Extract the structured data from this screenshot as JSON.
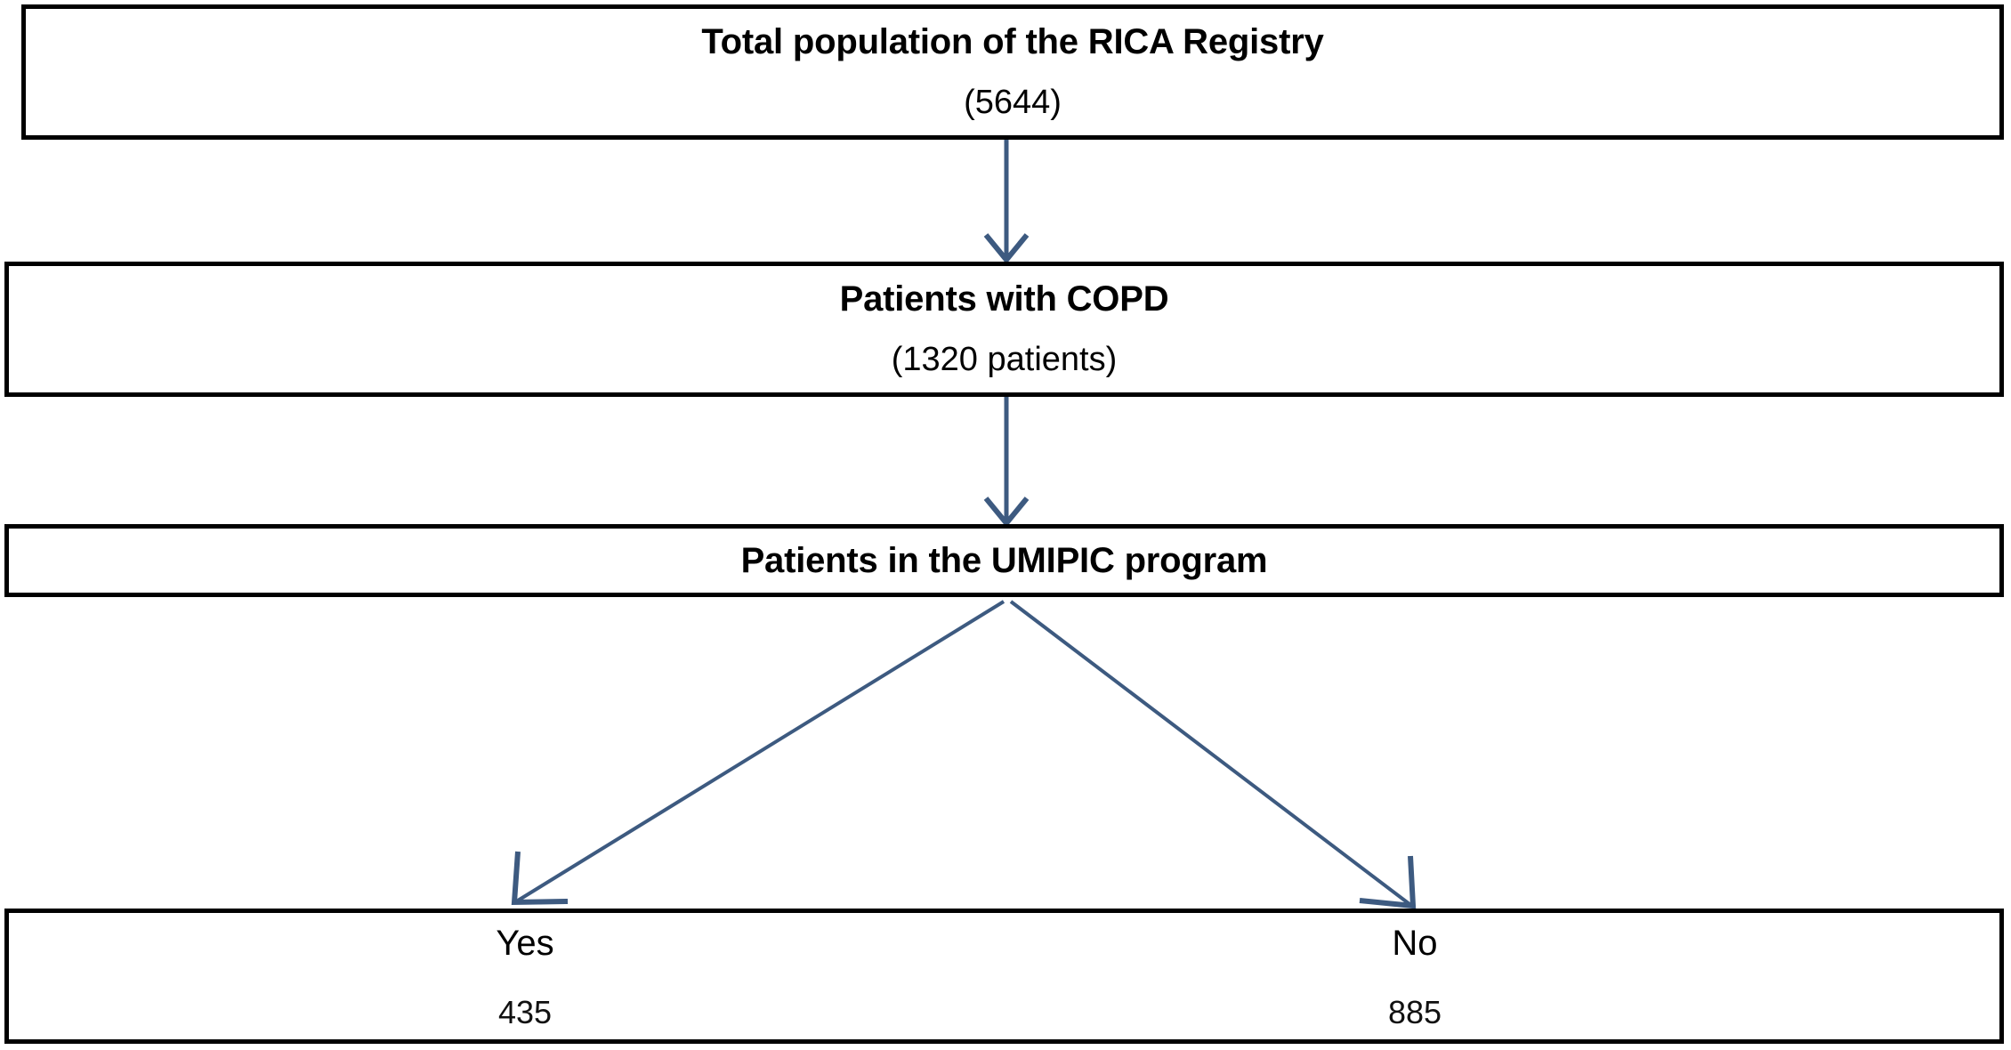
{
  "diagram": {
    "type": "flowchart",
    "orientation": "top-down",
    "background_color": "#ffffff",
    "box_border_color": "#000000",
    "connector_color": "#3d5a80",
    "nodes": [
      {
        "id": "population",
        "title": "Total population of the RICA Registry",
        "subtitle": "(5644)",
        "count": 5644
      },
      {
        "id": "copd",
        "title": "Patients with COPD",
        "subtitle": "(1320 patients)",
        "count": 1320
      },
      {
        "id": "umipic",
        "title": "Patients in the UMIPIC program",
        "subtitle": "",
        "count": null
      }
    ],
    "outcome": {
      "yes": {
        "label": "Yes",
        "value": "435",
        "count": 435
      },
      "no": {
        "label": "No",
        "value": "885",
        "count": 885
      }
    },
    "edges": [
      {
        "from": "population",
        "to": "copd",
        "style": "straight-down-arrow"
      },
      {
        "from": "copd",
        "to": "umipic",
        "style": "straight-down-arrow"
      },
      {
        "from": "umipic",
        "to": "outcome-yes",
        "style": "diagonal-down-left-arrow"
      },
      {
        "from": "umipic",
        "to": "outcome-no",
        "style": "diagonal-down-right-arrow"
      }
    ]
  }
}
